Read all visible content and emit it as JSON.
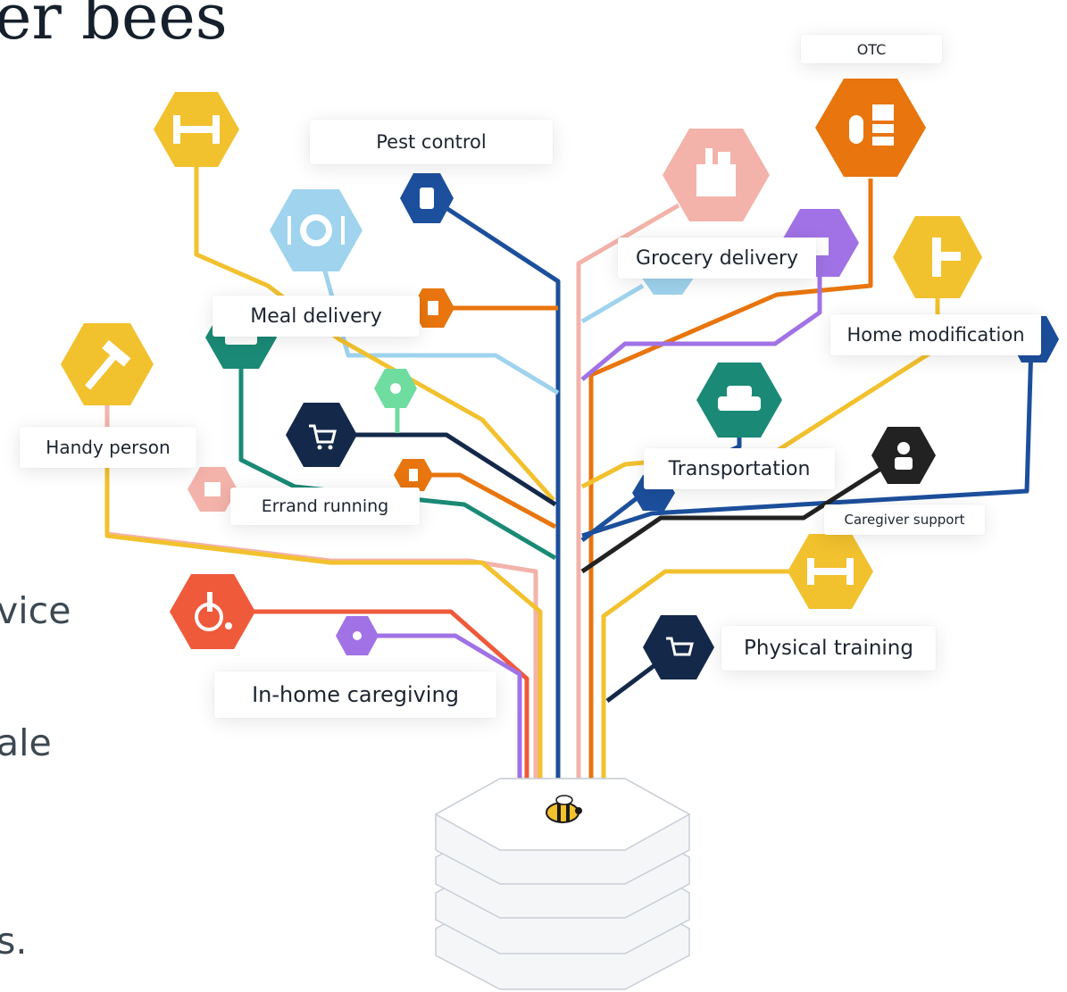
{
  "heading": {
    "title_fragment": "er bees"
  },
  "side_text": [
    "vice",
    "ale",
    "s."
  ],
  "labels": {
    "otc": "OTC",
    "pest_control": "Pest control",
    "grocery_delivery": "Grocery delivery",
    "meal_delivery": "Meal delivery",
    "home_modification": "Home modification",
    "handy_person": "Handy person",
    "transportation": "Transportation",
    "errand_running": "Errand running",
    "caregiver_support": "Caregiver support",
    "physical_training": "Physical training",
    "in_home_caregiving": "In-home caregiving"
  },
  "colors": {
    "yellow": "#f2c12e",
    "orange": "#e8750d",
    "dark_blue": "#1c4f9c",
    "navy": "#14294a",
    "pink": "#f3b3aa",
    "light_blue": "#9fd3ee",
    "purple": "#a072e6",
    "teal": "#1a8a76",
    "red": "#ef5a3b",
    "black": "#222222",
    "mint": "#6fdca0",
    "hive": "#f4f6f8"
  },
  "icons": {
    "dumbbell-top": "dumbbell-icon",
    "pest": "spray-bottle-icon",
    "meal": "plate-icon",
    "grocery": "grocery-bag-icon",
    "otc": "medicine-bottle-icon",
    "home_mod": "home-tools-icon",
    "handy": "hammer-icon",
    "transport": "car-icon",
    "caregiver": "person-icon",
    "physical": "dumbbell-icon",
    "in_home": "wheelchair-icon",
    "hive": "bee-icon"
  }
}
